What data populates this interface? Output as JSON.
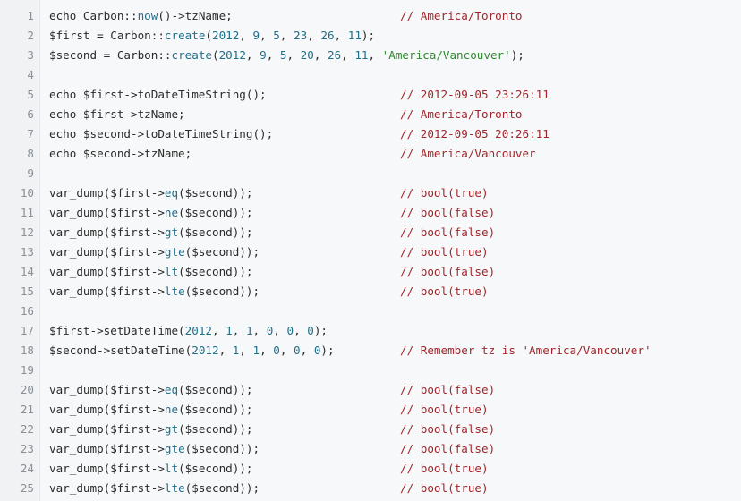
{
  "code_view": {
    "lines": [
      {
        "n": "1",
        "segments": [
          {
            "t": "echo Carbon::",
            "c": "p"
          },
          {
            "t": "now",
            "c": "fn"
          },
          {
            "t": "()->tzName;",
            "c": "p"
          }
        ],
        "comment": "// America/Toronto"
      },
      {
        "n": "2",
        "segments": [
          {
            "t": "$first = Carbon::",
            "c": "p"
          },
          {
            "t": "create",
            "c": "fn"
          },
          {
            "t": "(",
            "c": "p"
          },
          {
            "t": "2012",
            "c": "num"
          },
          {
            "t": ", ",
            "c": "p"
          },
          {
            "t": "9",
            "c": "num"
          },
          {
            "t": ", ",
            "c": "p"
          },
          {
            "t": "5",
            "c": "num"
          },
          {
            "t": ", ",
            "c": "p"
          },
          {
            "t": "23",
            "c": "num"
          },
          {
            "t": ", ",
            "c": "p"
          },
          {
            "t": "26",
            "c": "num"
          },
          {
            "t": ", ",
            "c": "p"
          },
          {
            "t": "11",
            "c": "num"
          },
          {
            "t": ");",
            "c": "p"
          }
        ],
        "comment": ""
      },
      {
        "n": "3",
        "segments": [
          {
            "t": "$second = Carbon::",
            "c": "p"
          },
          {
            "t": "create",
            "c": "fn"
          },
          {
            "t": "(",
            "c": "p"
          },
          {
            "t": "2012",
            "c": "num"
          },
          {
            "t": ", ",
            "c": "p"
          },
          {
            "t": "9",
            "c": "num"
          },
          {
            "t": ", ",
            "c": "p"
          },
          {
            "t": "5",
            "c": "num"
          },
          {
            "t": ", ",
            "c": "p"
          },
          {
            "t": "20",
            "c": "num"
          },
          {
            "t": ", ",
            "c": "p"
          },
          {
            "t": "26",
            "c": "num"
          },
          {
            "t": ", ",
            "c": "p"
          },
          {
            "t": "11",
            "c": "num"
          },
          {
            "t": ", ",
            "c": "p"
          },
          {
            "t": "'America/Vancouver'",
            "c": "str"
          },
          {
            "t": ");",
            "c": "p"
          }
        ],
        "comment": ""
      },
      {
        "n": "4",
        "segments": [],
        "comment": ""
      },
      {
        "n": "5",
        "segments": [
          {
            "t": "echo $first->toDateTimeString();",
            "c": "p"
          }
        ],
        "comment": "// 2012-09-05 23:26:11"
      },
      {
        "n": "6",
        "segments": [
          {
            "t": "echo $first->tzName;",
            "c": "p"
          }
        ],
        "comment": "// America/Toronto"
      },
      {
        "n": "7",
        "segments": [
          {
            "t": "echo $second->toDateTimeString();",
            "c": "p"
          }
        ],
        "comment": "// 2012-09-05 20:26:11"
      },
      {
        "n": "8",
        "segments": [
          {
            "t": "echo $second->tzName;",
            "c": "p"
          }
        ],
        "comment": "// America/Vancouver"
      },
      {
        "n": "9",
        "segments": [],
        "comment": ""
      },
      {
        "n": "10",
        "segments": [
          {
            "t": "var_dump($first->",
            "c": "p"
          },
          {
            "t": "eq",
            "c": "fn"
          },
          {
            "t": "($second));",
            "c": "p"
          }
        ],
        "comment": "// bool(true)"
      },
      {
        "n": "11",
        "segments": [
          {
            "t": "var_dump($first->",
            "c": "p"
          },
          {
            "t": "ne",
            "c": "fn"
          },
          {
            "t": "($second));",
            "c": "p"
          }
        ],
        "comment": "// bool(false)"
      },
      {
        "n": "12",
        "segments": [
          {
            "t": "var_dump($first->",
            "c": "p"
          },
          {
            "t": "gt",
            "c": "fn"
          },
          {
            "t": "($second));",
            "c": "p"
          }
        ],
        "comment": "// bool(false)"
      },
      {
        "n": "13",
        "segments": [
          {
            "t": "var_dump($first->",
            "c": "p"
          },
          {
            "t": "gte",
            "c": "fn"
          },
          {
            "t": "($second));",
            "c": "p"
          }
        ],
        "comment": "// bool(true)"
      },
      {
        "n": "14",
        "segments": [
          {
            "t": "var_dump($first->",
            "c": "p"
          },
          {
            "t": "lt",
            "c": "fn"
          },
          {
            "t": "($second));",
            "c": "p"
          }
        ],
        "comment": "// bool(false)"
      },
      {
        "n": "15",
        "segments": [
          {
            "t": "var_dump($first->",
            "c": "p"
          },
          {
            "t": "lte",
            "c": "fn"
          },
          {
            "t": "($second));",
            "c": "p"
          }
        ],
        "comment": "// bool(true)"
      },
      {
        "n": "16",
        "segments": [],
        "comment": ""
      },
      {
        "n": "17",
        "segments": [
          {
            "t": "$first->setDateTime(",
            "c": "p"
          },
          {
            "t": "2012",
            "c": "num"
          },
          {
            "t": ", ",
            "c": "p"
          },
          {
            "t": "1",
            "c": "num"
          },
          {
            "t": ", ",
            "c": "p"
          },
          {
            "t": "1",
            "c": "num"
          },
          {
            "t": ", ",
            "c": "p"
          },
          {
            "t": "0",
            "c": "num"
          },
          {
            "t": ", ",
            "c": "p"
          },
          {
            "t": "0",
            "c": "num"
          },
          {
            "t": ", ",
            "c": "p"
          },
          {
            "t": "0",
            "c": "num"
          },
          {
            "t": ");",
            "c": "p"
          }
        ],
        "comment": ""
      },
      {
        "n": "18",
        "segments": [
          {
            "t": "$second->setDateTime(",
            "c": "p"
          },
          {
            "t": "2012",
            "c": "num"
          },
          {
            "t": ", ",
            "c": "p"
          },
          {
            "t": "1",
            "c": "num"
          },
          {
            "t": ", ",
            "c": "p"
          },
          {
            "t": "1",
            "c": "num"
          },
          {
            "t": ", ",
            "c": "p"
          },
          {
            "t": "0",
            "c": "num"
          },
          {
            "t": ", ",
            "c": "p"
          },
          {
            "t": "0",
            "c": "num"
          },
          {
            "t": ", ",
            "c": "p"
          },
          {
            "t": "0",
            "c": "num"
          },
          {
            "t": ");",
            "c": "p"
          }
        ],
        "comment": "// Remember tz is 'America/Vancouver'"
      },
      {
        "n": "19",
        "segments": [],
        "comment": ""
      },
      {
        "n": "20",
        "segments": [
          {
            "t": "var_dump($first->",
            "c": "p"
          },
          {
            "t": "eq",
            "c": "fn"
          },
          {
            "t": "($second));",
            "c": "p"
          }
        ],
        "comment": "// bool(false)"
      },
      {
        "n": "21",
        "segments": [
          {
            "t": "var_dump($first->",
            "c": "p"
          },
          {
            "t": "ne",
            "c": "fn"
          },
          {
            "t": "($second));",
            "c": "p"
          }
        ],
        "comment": "// bool(true)"
      },
      {
        "n": "22",
        "segments": [
          {
            "t": "var_dump($first->",
            "c": "p"
          },
          {
            "t": "gt",
            "c": "fn"
          },
          {
            "t": "($second));",
            "c": "p"
          }
        ],
        "comment": "// bool(false)"
      },
      {
        "n": "23",
        "segments": [
          {
            "t": "var_dump($first->",
            "c": "p"
          },
          {
            "t": "gte",
            "c": "fn"
          },
          {
            "t": "($second));",
            "c": "p"
          }
        ],
        "comment": "// bool(false)"
      },
      {
        "n": "24",
        "segments": [
          {
            "t": "var_dump($first->",
            "c": "p"
          },
          {
            "t": "lt",
            "c": "fn"
          },
          {
            "t": "($second));",
            "c": "p"
          }
        ],
        "comment": "// bool(true)"
      },
      {
        "n": "25",
        "segments": [
          {
            "t": "var_dump($first->",
            "c": "p"
          },
          {
            "t": "lte",
            "c": "fn"
          },
          {
            "t": "($second));",
            "c": "p"
          }
        ],
        "comment": "// bool(true)"
      }
    ]
  },
  "colors": {
    "background": "#f7f8f9",
    "gutter_background": "#f0f2f4",
    "line_number": "#8a9097",
    "plain_text": "#2b2b2b",
    "function_and_number": "#1f6f8b",
    "string": "#2e8b2e",
    "comment": "#a1262b"
  }
}
